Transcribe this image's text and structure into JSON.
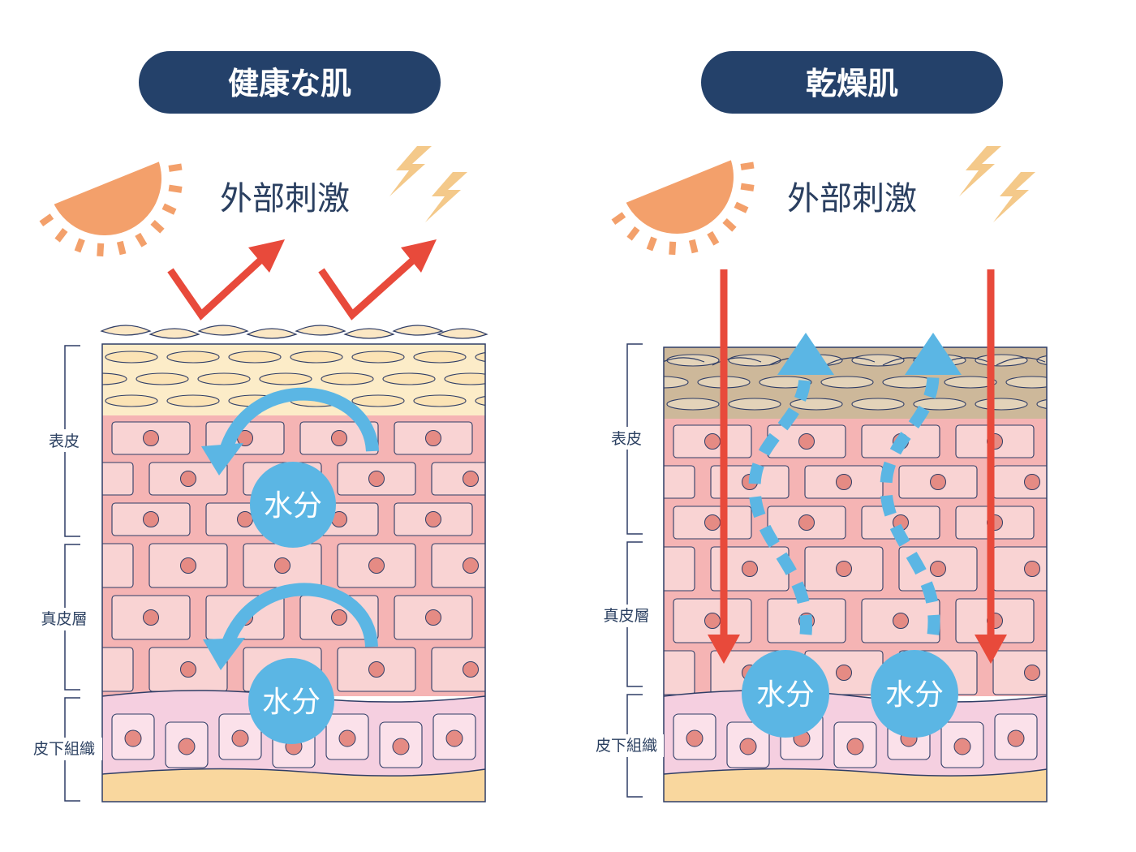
{
  "panels": [
    {
      "id": "healthy",
      "title": "健康な肌",
      "stimulus": "外部刺激",
      "layers": [
        "表皮",
        "真皮層",
        "皮下組織"
      ],
      "water": [
        "水分",
        "水分"
      ]
    },
    {
      "id": "dry",
      "title": "乾燥肌",
      "stimulus": "外部刺激",
      "layers": [
        "表皮",
        "真皮層",
        "皮下組織"
      ],
      "water": [
        "水分",
        "水分"
      ]
    }
  ],
  "colors": {
    "pill": "#24416a",
    "text_dark": "#2a3f60",
    "sun": "#f3a06b",
    "lightning": "#f4c98a",
    "arrow_red": "#e84a3b",
    "water_blue": "#5bb6e4",
    "stratum_healthy": "#fcecc8",
    "stratum_dry": "#cdb89a",
    "epidermis": "#f5b4b4",
    "cell": "#f9d3d3",
    "nucleus": "#e58b84",
    "subcutis": "#f5cfe0",
    "fat": "#f9d79e",
    "outline": "#2f3d66"
  },
  "icons": [
    "sun-icon",
    "lightning-icon",
    "reflect-arrow-icon",
    "penetrate-arrow-icon",
    "circulation-arrow-icon",
    "evaporation-arrow-icon"
  ]
}
